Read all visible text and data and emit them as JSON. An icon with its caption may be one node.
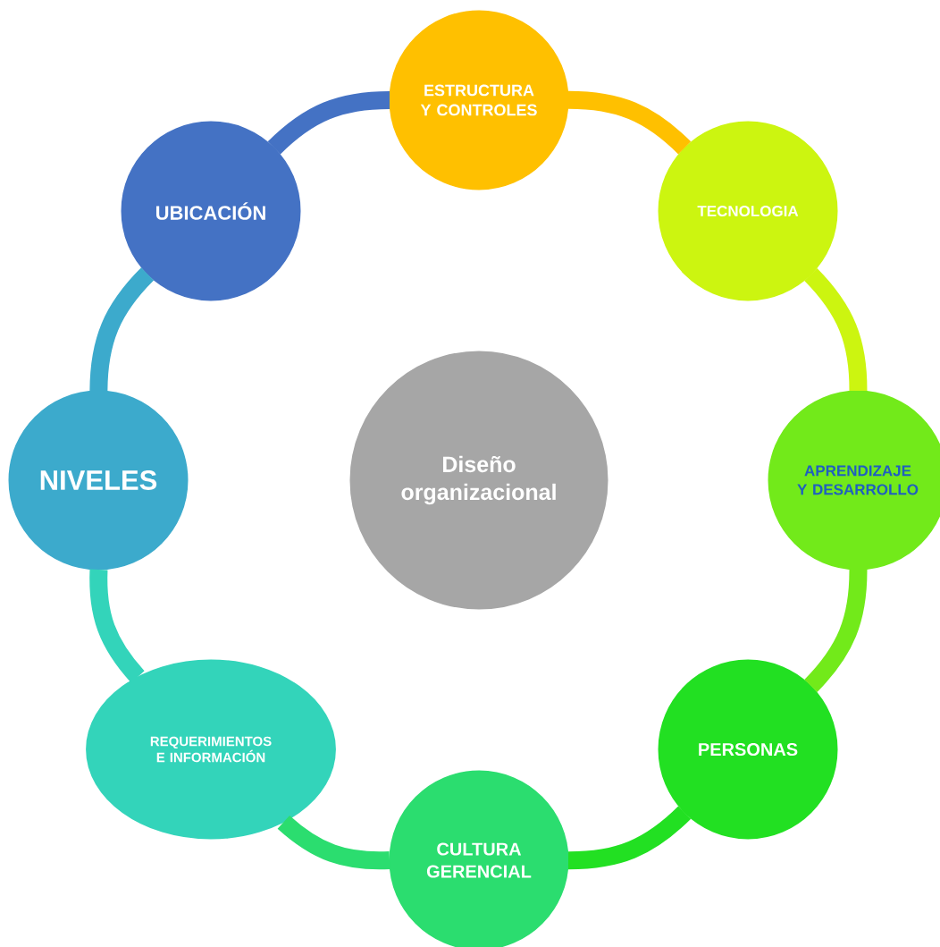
{
  "diagram": {
    "nodes": [
      {
        "text": [
          "Diseño organizacional"
        ]
      },
      {
        "text": [
          "ESTRUCTURA Y CONTROLES"
        ]
      },
      {
        "text": [
          "TECNOLOGIA"
        ]
      },
      {
        "text": [
          "APRENDIZAJE Y DESARROLLO"
        ]
      },
      {
        "text": [
          "PERSONAS"
        ]
      },
      {
        "text": [
          "CULTURA GERENCIAL"
        ]
      },
      {
        "text": [
          "REQUERIMIENTOS E INFORMACIÓN"
        ]
      },
      {
        "text": [
          "NIVELES"
        ]
      },
      {
        "text": [
          "UBICACIÓN"
        ]
      }
    ],
    "edges": [
      {
        "from": 1,
        "to": 2,
        "arrow": "none",
        "color": "#ffc000"
      },
      {
        "from": 2,
        "to": 3,
        "arrow": "none",
        "color": "#ccf510"
      },
      {
        "from": 3,
        "to": 4,
        "arrow": "none",
        "color": "#72ea1a"
      },
      {
        "from": 4,
        "to": 5,
        "arrow": "none",
        "color": "#22e022"
      },
      {
        "from": 5,
        "to": 6,
        "arrow": "none",
        "color": "#2bdd6f"
      },
      {
        "from": 6,
        "to": 7,
        "arrow": "none",
        "color": "#33d4ba"
      },
      {
        "from": 7,
        "to": 8,
        "arrow": "none",
        "color": "#3caacc"
      },
      {
        "from": 8,
        "to": 1,
        "arrow": "none",
        "color": "#4472c4"
      }
    ]
  }
}
